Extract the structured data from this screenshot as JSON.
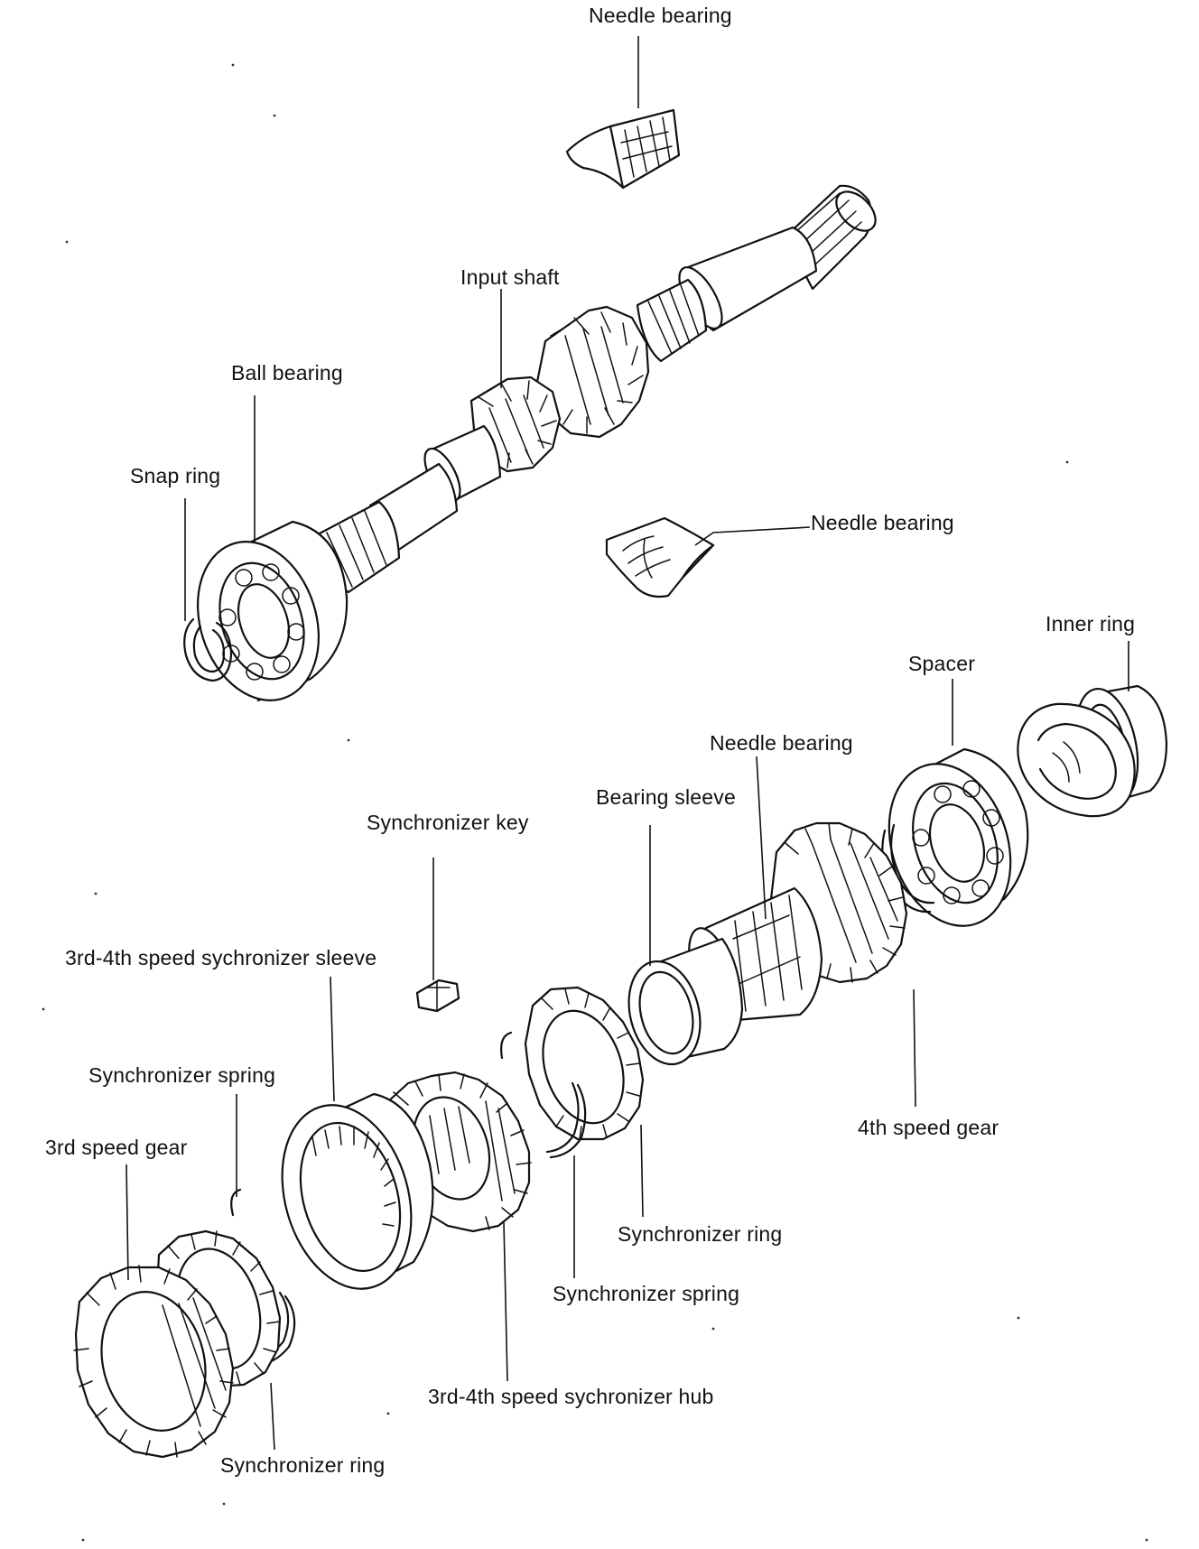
{
  "diagram": {
    "labels": {
      "needle_bearing_top": "Needle bearing",
      "input_shaft": "Input shaft",
      "ball_bearing": "Ball bearing",
      "snap_ring": "Snap ring",
      "needle_bearing_mid": "Needle bearing",
      "inner_ring": "Inner ring",
      "spacer": "Spacer",
      "needle_bearing_lower": "Needle bearing",
      "bearing_sleeve": "Bearing sleeve",
      "synchronizer_key": "Synchronizer key",
      "sleeve_3rd_4th": "3rd-4th speed sychronizer sleeve",
      "synchronizer_spring_left": "Synchronizer spring",
      "third_speed_gear": "3rd speed gear",
      "fourth_speed_gear": "4th speed gear",
      "synchronizer_ring_right": "Synchronizer ring",
      "synchronizer_spring_right": "Synchronizer spring",
      "hub_3rd_4th": "3rd-4th speed sychronizer hub",
      "synchronizer_ring_left": "Synchronizer ring"
    },
    "colors": {
      "ink": "#111111",
      "paper": "#ffffff"
    }
  }
}
